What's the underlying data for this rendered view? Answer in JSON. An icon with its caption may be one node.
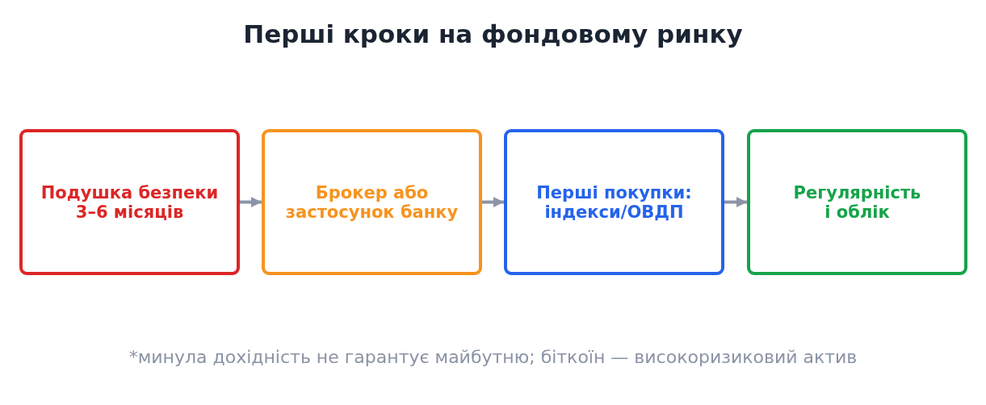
{
  "diagram": {
    "title": "Перші кроки на фондовому ринку",
    "nodes": [
      {
        "text": [
          "Подушка безпеки 3–6 місяців"
        ]
      },
      {
        "text": [
          "Брокер або застосунок банку"
        ]
      },
      {
        "text": [
          "Перші покупки: індекси/ОВДП"
        ]
      },
      {
        "text": [
          "Регулярність і облік"
        ]
      }
    ],
    "edges": [
      {
        "from": 0,
        "to": 1,
        "arrow": "to"
      },
      {
        "from": 1,
        "to": 2,
        "arrow": "to"
      },
      {
        "from": 2,
        "to": 3,
        "arrow": "to"
      }
    ],
    "caption": "*минула дохідність не гарантує майбутню; біткоїн — високоризиковий актив"
  }
}
